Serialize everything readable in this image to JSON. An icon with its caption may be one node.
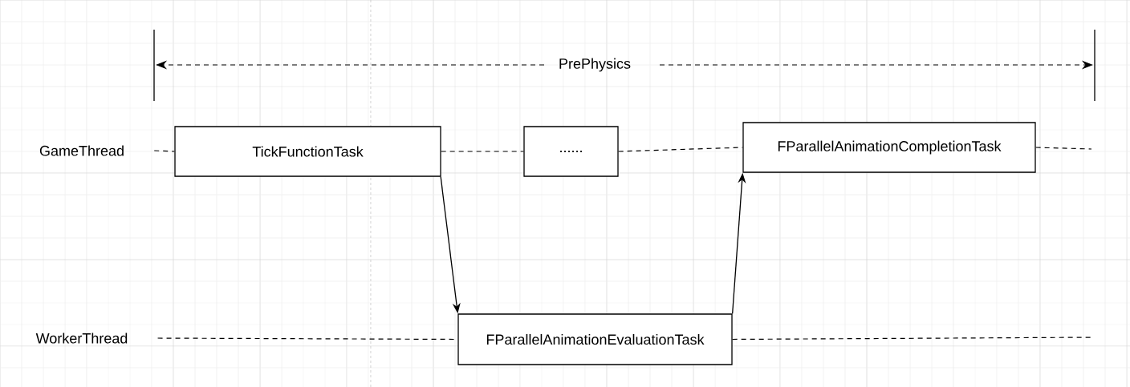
{
  "diagram": {
    "nodes": [
      {
        "text": [
          "GameThread"
        ]
      },
      {
        "text": [
          "TickFunctionTask"
        ]
      },
      {
        "text": [
          "......"
        ]
      },
      {
        "text": [
          "FParallelAnimationCompletionTask"
        ]
      },
      {
        "text": [
          "WorkerThread"
        ]
      },
      {
        "text": [
          "FParallelAnimationEvaluationTask"
        ]
      }
    ],
    "edges": [
      {
        "from": 0,
        "to": 1,
        "arrow": "none",
        "style": "dashed"
      },
      {
        "from": 1,
        "to": 2,
        "arrow": "none",
        "style": "dashed"
      },
      {
        "from": 2,
        "to": 3,
        "arrow": "none",
        "style": "dashed"
      },
      {
        "from": 3,
        "to": null,
        "arrow": "none",
        "style": "dashed"
      },
      {
        "from": 4,
        "to": 5,
        "arrow": "none",
        "style": "dashed"
      },
      {
        "from": 5,
        "to": null,
        "arrow": "none",
        "style": "dashed"
      },
      {
        "from": 1,
        "to": 5,
        "arrow": "to"
      },
      {
        "from": 5,
        "to": 3,
        "arrow": "to"
      }
    ],
    "labels": [
      "PrePhysics"
    ]
  }
}
